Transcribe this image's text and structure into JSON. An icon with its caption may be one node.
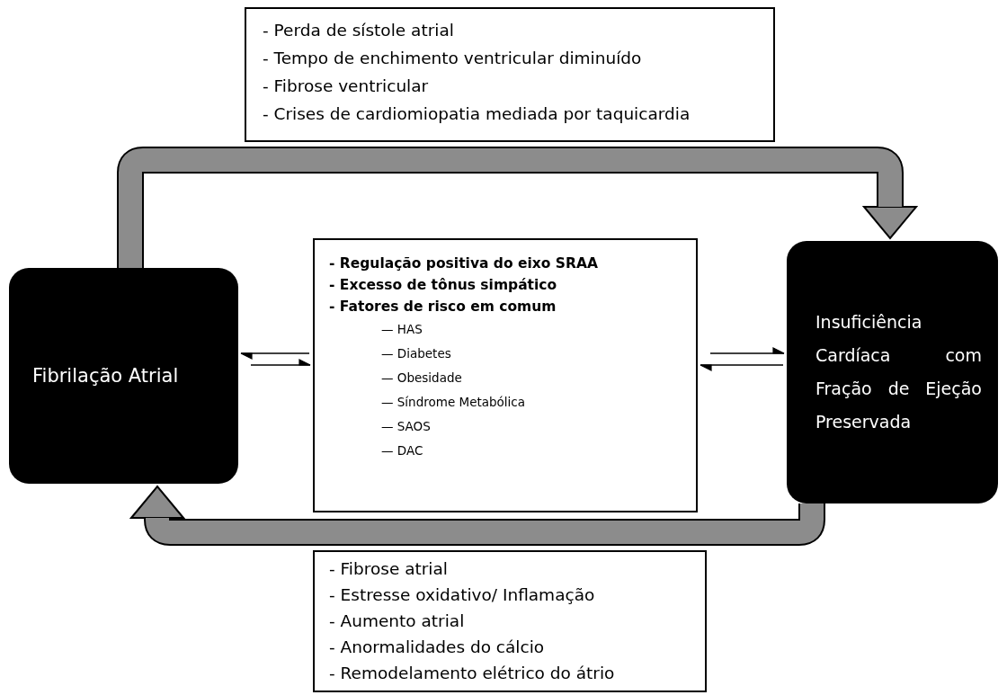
{
  "diagram": {
    "nodes": [
      {
        "text": [
          "- Perda de sístole atrial",
          "- Tempo de enchimento ventricular diminuído",
          "- Fibrose ventricular",
          "- Crises de cardiomiopatia mediada por taquicardia"
        ]
      },
      {
        "text": [
          "Fibrilação Atrial"
        ]
      },
      {
        "text": [
          "- Regulação positiva do eixo SRAA",
          "- Excesso de tônus simpático",
          "- Fatores de risco em comum",
          "— HAS",
          "— Diabetes",
          "— Obesidade",
          "— Síndrome Metabólica",
          "— SAOS",
          "— DAC"
        ]
      },
      {
        "text": [
          "Insuficiência Cardíaca com Fração de Ejeção Preservada"
        ]
      },
      {
        "text": [
          "- Fibrose atrial",
          "- Estresse oxidativo/ Inflamação",
          "- Aumento atrial",
          "- Anormalidades do cálcio",
          "- Remodelamento elétrico do átrio"
        ]
      }
    ],
    "edges": [
      {
        "from": 1,
        "to": 3,
        "arrow": "to",
        "style": "thick"
      },
      {
        "from": 3,
        "to": 1,
        "arrow": "to",
        "style": "thick"
      },
      {
        "from": 2,
        "to": 1,
        "arrow": "to"
      },
      {
        "from": 1,
        "to": 2,
        "arrow": "to"
      },
      {
        "from": 2,
        "to": 3,
        "arrow": "to"
      },
      {
        "from": 3,
        "to": 2,
        "arrow": "to"
      }
    ]
  }
}
